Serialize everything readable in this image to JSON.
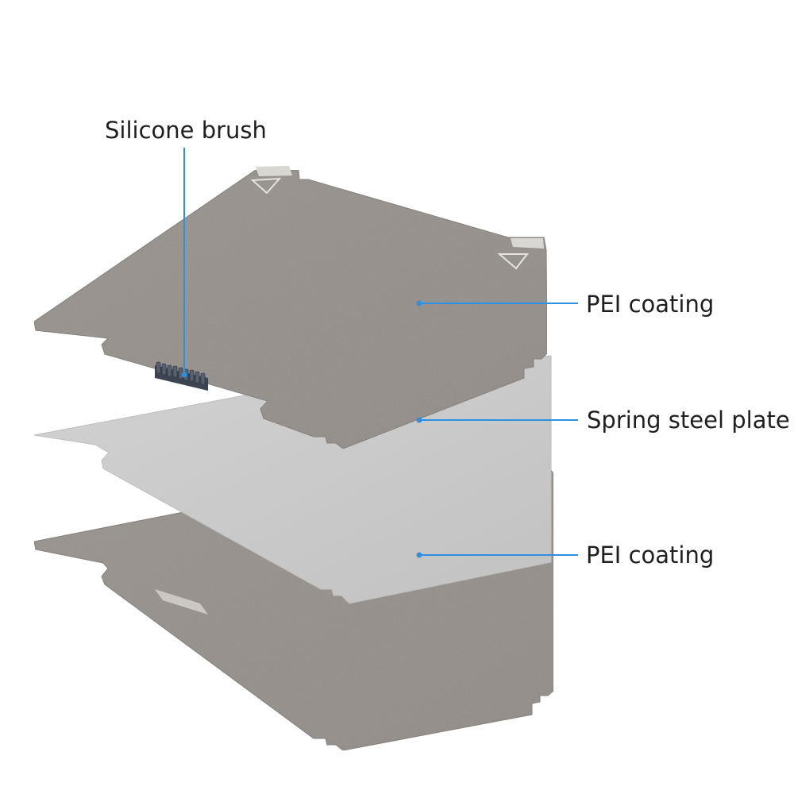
{
  "labels": {
    "silicone_brush": "Silicone brush",
    "pei_coating_top": "PEI coating",
    "spring_steel_plate": "Spring steel plate",
    "pei_coating_bottom": "PEI coating"
  },
  "colors": {
    "background": "#ffffff",
    "pei_surface": "#8a8580",
    "steel_plate": "#c8c8c8",
    "callout_line": "#2f8fe0",
    "brush": "#3d4552",
    "label_text": "#1f1f1f"
  },
  "icons": [
    "triangle-warning-icon"
  ]
}
